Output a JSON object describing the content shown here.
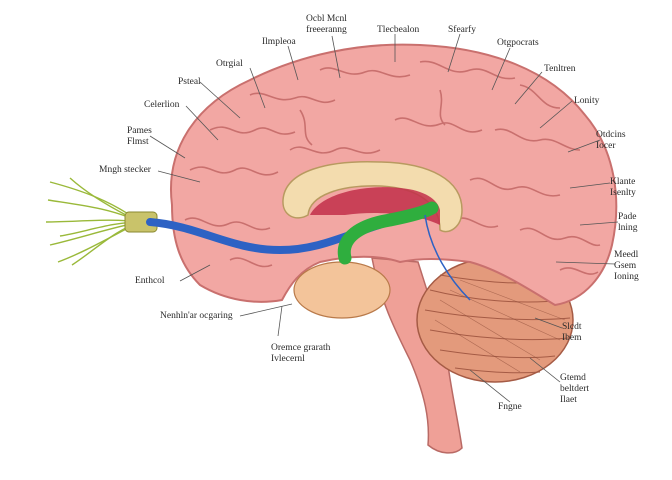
{
  "colors": {
    "cortex": "#f2a7a3",
    "cortex_dark": "#c9706e",
    "cortex_light": "#f8c9c4",
    "corpus_callosum": "#f3dcae",
    "nerve_blue": "#2d62c4",
    "nerve_green": "#2fae3e",
    "fibers": "#9ab93a",
    "cerebellum": "#e39a7c",
    "brainstem": "#efa097",
    "leader_line": "#555555"
  },
  "labels": {
    "top1": "Ocbl Mcnl\nfreeeranng",
    "top2": "Ilmpleoa",
    "top3": "Tlecbealon",
    "top4": "Sfearfy",
    "top5": "Otgpocrats",
    "left1": "Otrgial",
    "left2": "Psteal",
    "left3": "Celerlion",
    "left4": "Pames\nFlmst",
    "left5": "Mngh stecker",
    "left6": "Enthcol",
    "left7": "Nenhln'ar ocgaring",
    "left8": "Oremce grarath\nIvlecernl",
    "right1": "Tenltren",
    "right2": "Lonity",
    "right3": "Otdcins\nIocer",
    "right4": "Klante\nIsenlty",
    "right5": "Pade\nlning",
    "right6": "Meedl\nGsem\nIoning",
    "right7": "Slcdt\nIbem",
    "right8": "Gtemd\nbeltdert\nIlaet",
    "bottom1": "Fngne"
  }
}
